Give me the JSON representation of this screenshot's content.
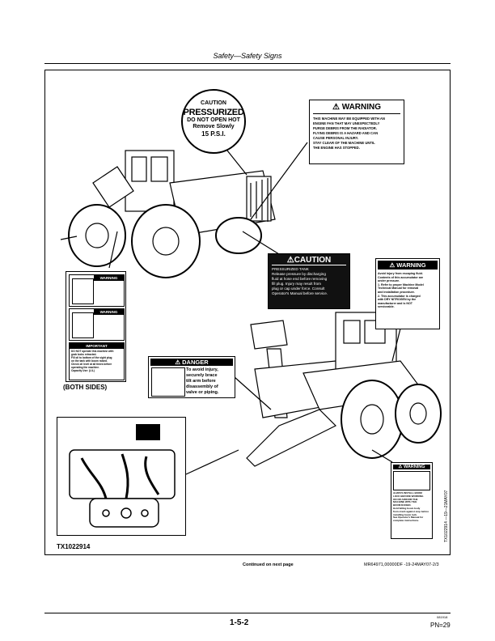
{
  "header": {
    "title": "Safety—Safety Signs"
  },
  "caution_circle": {
    "head": "CAUTION",
    "big": "PRESSURIZED",
    "line1": "DO NOT OPEN HOT",
    "line2": "Remove Slowly",
    "psi": "15 P.S.I."
  },
  "warning_top": {
    "head": "WARNING",
    "lines": [
      "THIS MACHINE MAY BE EQUIPPED WITH AN",
      "ENGINE FAN THAT MAY UNEXPECTEDLY",
      "PURGE DEBRIS FROM THE RADIATOR.",
      "FLYING DEBRIS IS A HAZARD AND CAN",
      "CAUSE PERSONAL INJURY.",
      "STAY CLEAR OF THE MACHINE UNTIL",
      "THE ENGINE HAS STOPPED."
    ]
  },
  "caution_rect": {
    "head": "CAUTION",
    "lines": [
      "PRESSURIZED TANK",
      "Release pressure by discharging",
      "fluid at hose end before removing",
      "fill plug. Injury may result from",
      "plug or cap under force. Consult",
      "Operator's Manual before service."
    ]
  },
  "warning_right": {
    "head": "WARNING",
    "lines": [
      "Avoid injury from escaping fluid.",
      "Contents of this accumulator are",
      "under pressure.",
      "1. Refer to proper Machine Model",
      "Technical Manual for removal",
      "and installation procedure.",
      "2. This accumulator is charged",
      "with DRY NITROGEN by the",
      "manufacturer and is NOT",
      "serviceable."
    ]
  },
  "danger": {
    "head": "DANGER",
    "lines": [
      "To avoid injury,",
      "securely brace",
      "tilt arm before",
      "disassembly of",
      "valve or piping."
    ]
  },
  "side_panel": {
    "warning1": "WARNING",
    "warning2": "WARNING",
    "important": "IMPORTANT",
    "imp_lines": [
      "DO NOT operate this machine with",
      "grab locks retracted.",
      "Fill oil to bottom of the sight plug",
      "on the tank with boom raised.",
      "Check oil level at all times before",
      "operating the machine.",
      "Capacity Use: (L/L)"
    ]
  },
  "both_sides": "(BOTH SIDES)",
  "warning_br": {
    "head": "WARNING",
    "lines": [
      "ALWAYS INSTALL BOOM",
      "LOCK BEFORE WORKING",
      "ON OR AROUND THE",
      "MACHINE WITH THE",
      "BOOM RAISED.",
      "Hold falling boom body",
      "from crash against stop before",
      "installing boom lock.",
      "See Operator's Manual for",
      "complete instructions."
    ]
  },
  "figure_id": "TX1022914",
  "vertical_ref": "TX1022914 —19—21MAY07",
  "footer": {
    "continued": "Continued on next page",
    "docref": "MR64971,00000DF -19-24MAY07-2/3",
    "page_number": "1-5-2",
    "small_code": "081918",
    "pn": "PN=29"
  }
}
